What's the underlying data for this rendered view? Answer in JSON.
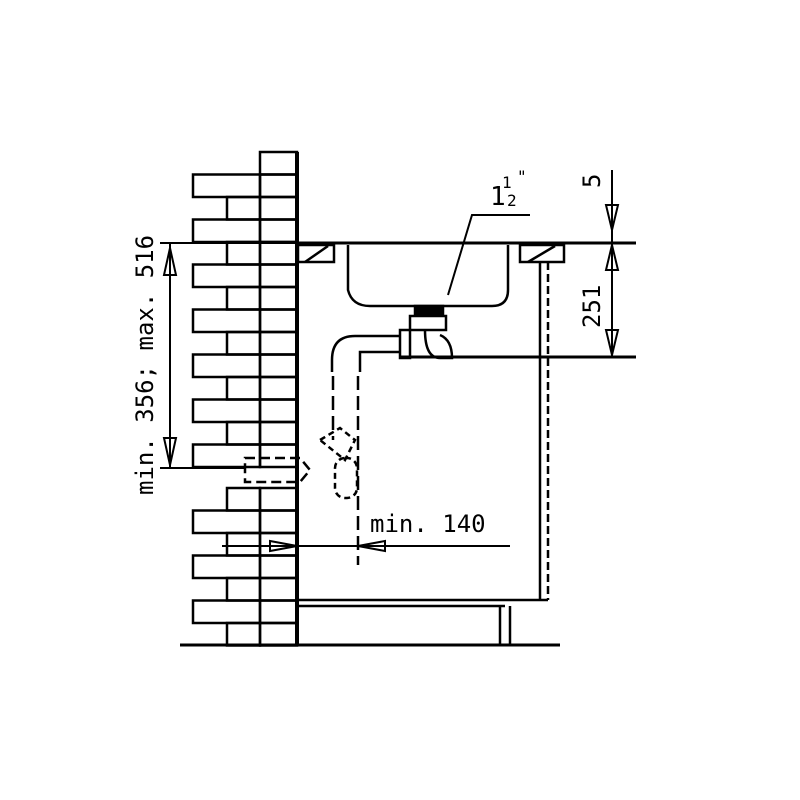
{
  "labels": {
    "thread_size_whole": "1",
    "thread_size_fraction_num": "1",
    "thread_size_fraction_den": "2",
    "thread_size_inch": "\"",
    "top_gap": "5",
    "trap_depth": "251",
    "drain_height": "min. 356; max. 516",
    "wall_distance": "min. 140"
  },
  "colors": {
    "line": "#000000",
    "background": "#ffffff"
  }
}
